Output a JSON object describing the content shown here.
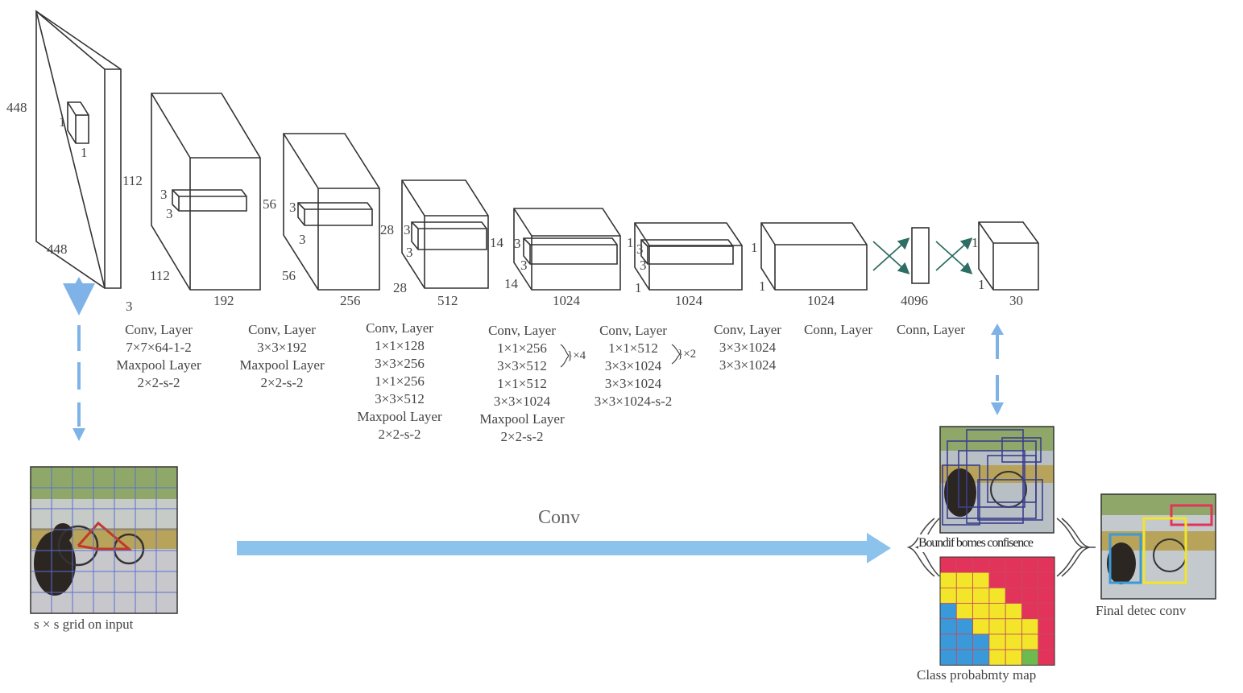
{
  "input": {
    "h": "448",
    "w": "448",
    "c": "3",
    "kernel_a": "1",
    "kernel_b": "1"
  },
  "blocks": [
    {
      "h": "112",
      "w": "112",
      "depth": "192",
      "ka": "3",
      "kb": "3"
    },
    {
      "h": "56",
      "w": "56",
      "depth": "256",
      "ka": "3",
      "kb": "3"
    },
    {
      "h": "28",
      "w": "28",
      "depth": "512",
      "ka": "3",
      "kb": "3"
    },
    {
      "h": "14",
      "w": "14",
      "depth": "1024",
      "ka": "3",
      "kb": "3"
    },
    {
      "h": "1",
      "w": "1",
      "depth": "1024",
      "ka": "3",
      "kb": "3"
    },
    {
      "h": "1",
      "w": "1",
      "depth": "1024"
    }
  ],
  "fc1": {
    "depth": "4096"
  },
  "output": {
    "h": "1",
    "w": "1",
    "depth": "30"
  },
  "captions": [
    [
      "Conv, Layer",
      "7×7×64-1-2",
      "Maxpool Layer",
      "2×2-s-2"
    ],
    [
      "Conv, Layer",
      "3×3×192",
      "Maxpool Layer",
      "2×2-s-2"
    ],
    [
      "Conv, Layer",
      "1×1×128",
      "3×3×256",
      "1×1×256",
      "3×3×512",
      "Maxpool Layer",
      "2×2-s-2"
    ],
    [
      "Conv, Layer",
      "1×1×256",
      "3×3×512",
      "1×1×512",
      "3×3×1024",
      "Maxpool Layer",
      "2×2-s-2"
    ],
    [
      "Conv, Layer",
      "1×1×512",
      "3×3×1024",
      "3×3×1024",
      "3×3×1024-s-2"
    ],
    [
      "Conv, Layer",
      "3×3×1024",
      "3×3×1024"
    ],
    [
      "Conn, Layer"
    ],
    [
      "Conn, Layer"
    ]
  ],
  "repeat_4": "}×4",
  "repeat_2": "}×2",
  "conv_label": "Conv",
  "grid_caption": "s × s grid on input",
  "bbox_caption": "Boundif bomes confisence",
  "class_caption": "Class probabmty map",
  "final_caption": "Final detec conv",
  "colors": {
    "arrow": "#7fb3e8",
    "line": "#333333",
    "red": "#e2345b",
    "yellow": "#f2e52a",
    "blue": "#3a9ad9",
    "green": "#6dbb4e",
    "pink": "#e96a9a"
  },
  "class_grid": [
    [
      "r",
      "r",
      "r",
      "r",
      "r",
      "r",
      "r"
    ],
    [
      "y",
      "y",
      "y",
      "r",
      "r",
      "r",
      "r"
    ],
    [
      "y",
      "y",
      "y",
      "y",
      "r",
      "r",
      "r"
    ],
    [
      "b",
      "y",
      "y",
      "y",
      "y",
      "r",
      "r"
    ],
    [
      "b",
      "b",
      "y",
      "y",
      "y",
      "y",
      "r"
    ],
    [
      "b",
      "b",
      "b",
      "y",
      "y",
      "y",
      "r"
    ],
    [
      "b",
      "b",
      "b",
      "y",
      "y",
      "g",
      "r"
    ]
  ]
}
